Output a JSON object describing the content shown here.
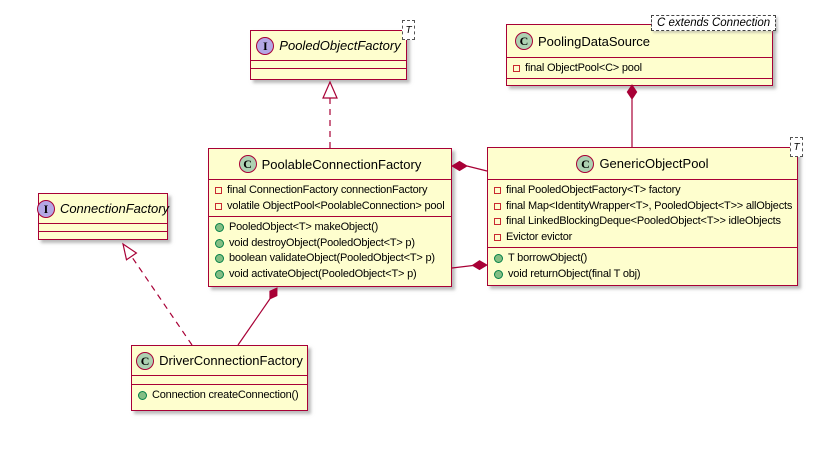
{
  "diagram": {
    "type": "uml-class-diagram",
    "colors": {
      "box_fill": "#FEFECE",
      "box_border": "#A80036",
      "edge_color": "#A80036",
      "interface_spot_fill": "#B4A7E5",
      "class_spot_fill": "#ADD1B2",
      "method_icon_fill": "#84BE84",
      "method_icon_border": "#038048",
      "field_icon_border": "#C82930"
    }
  },
  "classes": {
    "pooled_object_factory": {
      "letter": "I",
      "name": "PooledObjectFactory",
      "template": "T",
      "fields": [],
      "methods": []
    },
    "pooling_data_source": {
      "letter": "C",
      "name": "PoolingDataSource",
      "note": "C extends Connection",
      "fields": [
        "final ObjectPool<C> pool"
      ],
      "methods": []
    },
    "poolable_connection_factory": {
      "letter": "C",
      "name": "PoolableConnectionFactory",
      "fields": [
        "final ConnectionFactory connectionFactory",
        "volatile ObjectPool<PoolableConnection> pool"
      ],
      "methods": [
        "PooledObject<T> makeObject()",
        "void destroyObject(PooledObject<T> p)",
        "boolean validateObject(PooledObject<T> p)",
        "void activateObject(PooledObject<T> p)"
      ]
    },
    "generic_object_pool": {
      "letter": "C",
      "name": "GenericObjectPool",
      "template": "T",
      "fields": [
        "final PooledObjectFactory<T> factory",
        "final Map<IdentityWrapper<T>, PooledObject<T>> allObjects",
        "final LinkedBlockingDeque<PooledObject<T>> idleObjects",
        "Evictor evictor"
      ],
      "methods": [
        "T borrowObject()",
        "void returnObject(final T obj)"
      ]
    },
    "connection_factory": {
      "letter": "I",
      "name": "ConnectionFactory",
      "fields": [],
      "methods": []
    },
    "driver_connection_factory": {
      "letter": "C",
      "name": "DriverConnectionFactory",
      "fields": [],
      "methods": [
        "Connection createConnection()"
      ]
    }
  },
  "relationships": [
    {
      "from": "PoolableConnectionFactory",
      "to": "PooledObjectFactory",
      "type": "realization"
    },
    {
      "from": "PoolableConnectionFactory",
      "to": "GenericObjectPool",
      "type": "composition",
      "diamond_at": "PoolableConnectionFactory"
    },
    {
      "from": "GenericObjectPool",
      "to": "PoolableConnectionFactory",
      "type": "composition",
      "diamond_at": "GenericObjectPool"
    },
    {
      "from": "PoolingDataSource",
      "to": "GenericObjectPool",
      "type": "composition",
      "diamond_at": "PoolingDataSource"
    },
    {
      "from": "DriverConnectionFactory",
      "to": "ConnectionFactory",
      "type": "realization"
    },
    {
      "from": "PoolableConnectionFactory",
      "to": "DriverConnectionFactory",
      "type": "composition",
      "diamond_at": "PoolableConnectionFactory"
    }
  ]
}
